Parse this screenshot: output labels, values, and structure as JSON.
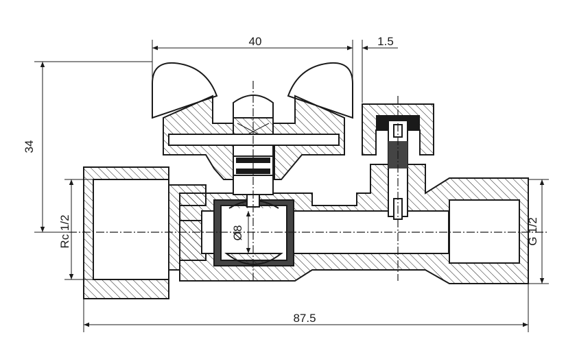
{
  "dimensions": {
    "overall_width": "40",
    "offset": "1.5",
    "height": "34",
    "inlet_thread": "Rc 1/2",
    "outlet_thread": "G 1/2",
    "ball_bore": "Ø8",
    "overall_length": "87.5"
  }
}
